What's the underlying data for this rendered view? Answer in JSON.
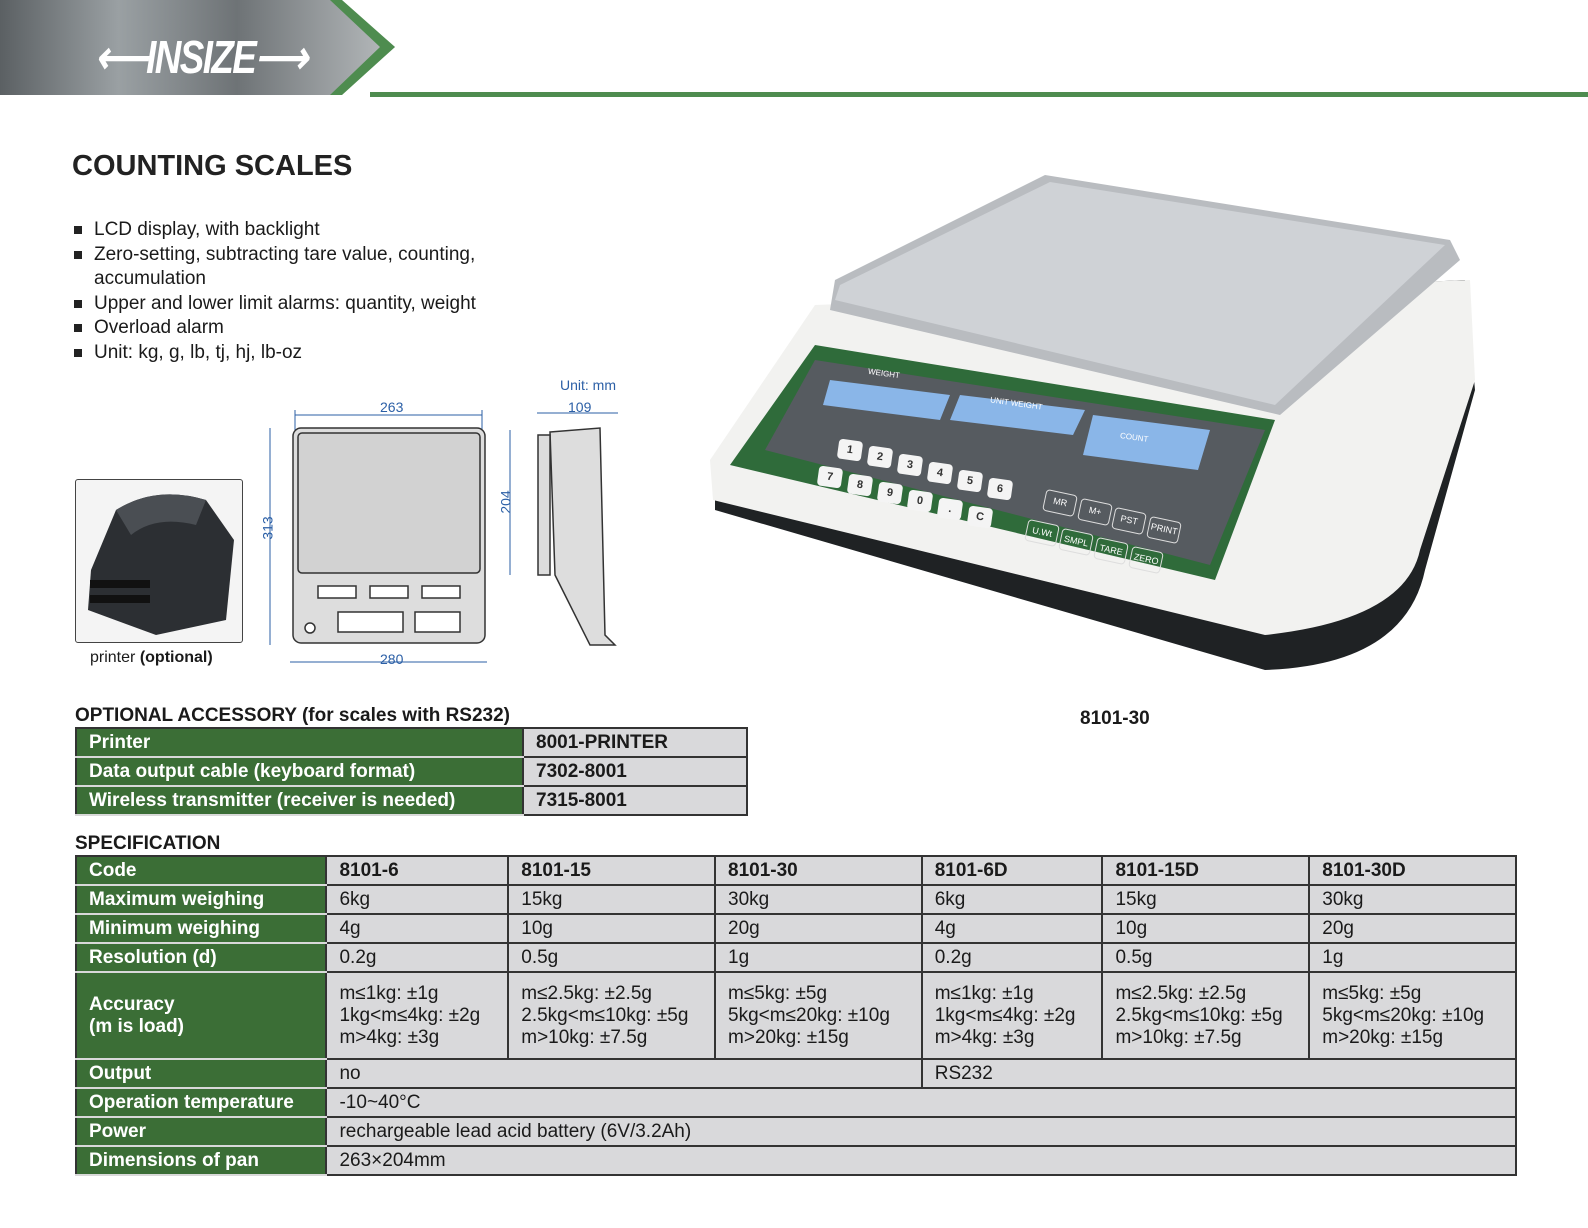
{
  "brand": "INSIZE",
  "title": "COUNTING SCALES",
  "features": [
    "LCD display, with backlight",
    "Zero-setting, subtracting tare value, counting, accumulation",
    "Upper and lower limit alarms: quantity, weight",
    "Overload alarm",
    "Unit: kg, g, lb, tj, hj, lb-oz"
  ],
  "drawing": {
    "unit": "Unit: mm",
    "width_top": "263",
    "width_bottom": "280",
    "depth": "313",
    "inner_depth": "204",
    "height": "109"
  },
  "printer_caption": "printer",
  "printer_caption_bold": "(optional)",
  "product_model": "8101-30",
  "scale_display": {
    "weight_label": "WEIGHT",
    "unit_weight_label": "UNIT WEIGHT",
    "count_label": "COUNT",
    "keys": [
      "1",
      "2",
      "3",
      "4",
      "5",
      "6",
      "7",
      "8",
      "9",
      "0",
      ".",
      "C"
    ],
    "func_keys": [
      "MR",
      "M+",
      "PST",
      "PRINT",
      "U.Wt",
      "SMPL",
      "TARE",
      "ZERO"
    ]
  },
  "accessory": {
    "heading": "OPTIONAL ACCESSORY (for scales with RS232)",
    "rows": [
      [
        "Printer",
        "8001-PRINTER"
      ],
      [
        "Data output cable (keyboard format)",
        "7302-8001"
      ],
      [
        "Wireless transmitter (receiver is needed)",
        "7315-8001"
      ]
    ]
  },
  "spec": {
    "heading": "SPECIFICATION",
    "labels": {
      "code": "Code",
      "max": "Maximum weighing",
      "min": "Minimum weighing",
      "res": "Resolution (d)",
      "acc1": "Accuracy",
      "acc2": "(m is load)",
      "output": "Output",
      "temp": "Operation temperature",
      "power": "Power",
      "pan": "Dimensions of pan"
    },
    "codes": [
      "8101-6",
      "8101-15",
      "8101-30",
      "8101-6D",
      "8101-15D",
      "8101-30D"
    ],
    "max": [
      "6kg",
      "15kg",
      "30kg",
      "6kg",
      "15kg",
      "30kg"
    ],
    "min": [
      "4g",
      "10g",
      "20g",
      "4g",
      "10g",
      "20g"
    ],
    "res": [
      "0.2g",
      "0.5g",
      "1g",
      "0.2g",
      "0.5g",
      "1g"
    ],
    "acc": [
      [
        "m≤1kg: ±1g",
        "1kg<m≤4kg: ±2g",
        "m>4kg: ±3g"
      ],
      [
        "m≤2.5kg: ±2.5g",
        "2.5kg<m≤10kg: ±5g",
        "m>10kg: ±7.5g"
      ],
      [
        "m≤5kg: ±5g",
        "5kg<m≤20kg: ±10g",
        "m>20kg: ±15g"
      ],
      [
        "m≤1kg: ±1g",
        "1kg<m≤4kg: ±2g",
        "m>4kg: ±3g"
      ],
      [
        "m≤2.5kg: ±2.5g",
        "2.5kg<m≤10kg: ±5g",
        "m>10kg: ±7.5g"
      ],
      [
        "m≤5kg: ±5g",
        "5kg<m≤20kg: ±10g",
        "m>20kg: ±15g"
      ]
    ],
    "output": [
      "no",
      "RS232"
    ],
    "temp": "-10~40°C",
    "power": "rechargeable lead acid battery (6V/3.2Ah)",
    "pan": "263×204mm"
  }
}
